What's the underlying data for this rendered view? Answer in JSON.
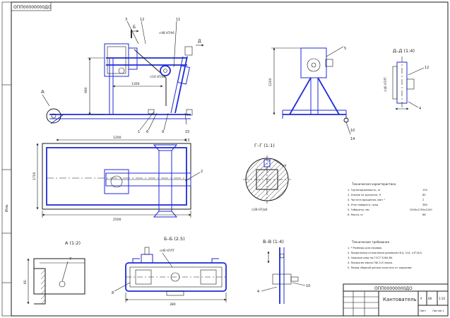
{
  "drawing": {
    "code_top": "ОПП00000000ДО",
    "side_code": "Инв.",
    "view_labels": {
      "b_top": "Б",
      "a_left": "А",
      "d_right": "Д",
      "dd": "Д–Д (1:4)",
      "gg": "Г–Г (1:1)",
      "a_detail": "А (1:2)",
      "bb": "Б–Б (2.5)",
      "vv": "В–В (1:4)"
    },
    "dims": {
      "side_h": "960",
      "top_len": "1300",
      "top_w": "1200",
      "plan_len": "2500",
      "plan_w": "1700",
      "stand_h": "1200",
      "bb_len": "380",
      "a_h": "60",
      "f_bore": "∅48 H7/h6",
      "f_small": "∅14 H7/k6",
      "f_dd": "∅40 H7/f7",
      "f_bb": "∅40 H7/f7",
      "gg_small": "∅9",
      "gg_bore": "∅28 H7/js6"
    },
    "balloons": [
      "1",
      "2",
      "3",
      "4",
      "5",
      "6",
      "7",
      "8",
      "9",
      "10",
      "11",
      "12",
      "13",
      "14",
      "15"
    ],
    "spec_title": "Техническая характеристика",
    "spec_items": [
      "1. Грузоподъемность, кг",
      "2. Усилие на рукоятке, Н",
      "3. Частота вращения, мин⁻¹",
      "4. Угол поворота, град",
      "5. Габариты, мм",
      "6. Масса, кг"
    ],
    "spec_values": [
      "150",
      "85",
      "2",
      "360",
      "2500х1700х1200",
      "68"
    ],
    "tech_title": "Технические требования",
    "notes": [
      "1. * Размеры для справок.",
      "2. Предельные отклонения размеров H14, h14, ±IT14/2.",
      "3. Сварные швы по ГОСТ 5264-80.",
      "4. Покрытие эмаль ПФ-115 серая.",
      "5. Перед сборкой детали очистить от коррозии."
    ],
    "stamp": {
      "code": "ОПП00000000ДО",
      "title": "Кантователь",
      "sheet": "Лист",
      "sheets": "Листов 1",
      "scale": "1:10",
      "mass": "68",
      "lit": "У"
    }
  }
}
